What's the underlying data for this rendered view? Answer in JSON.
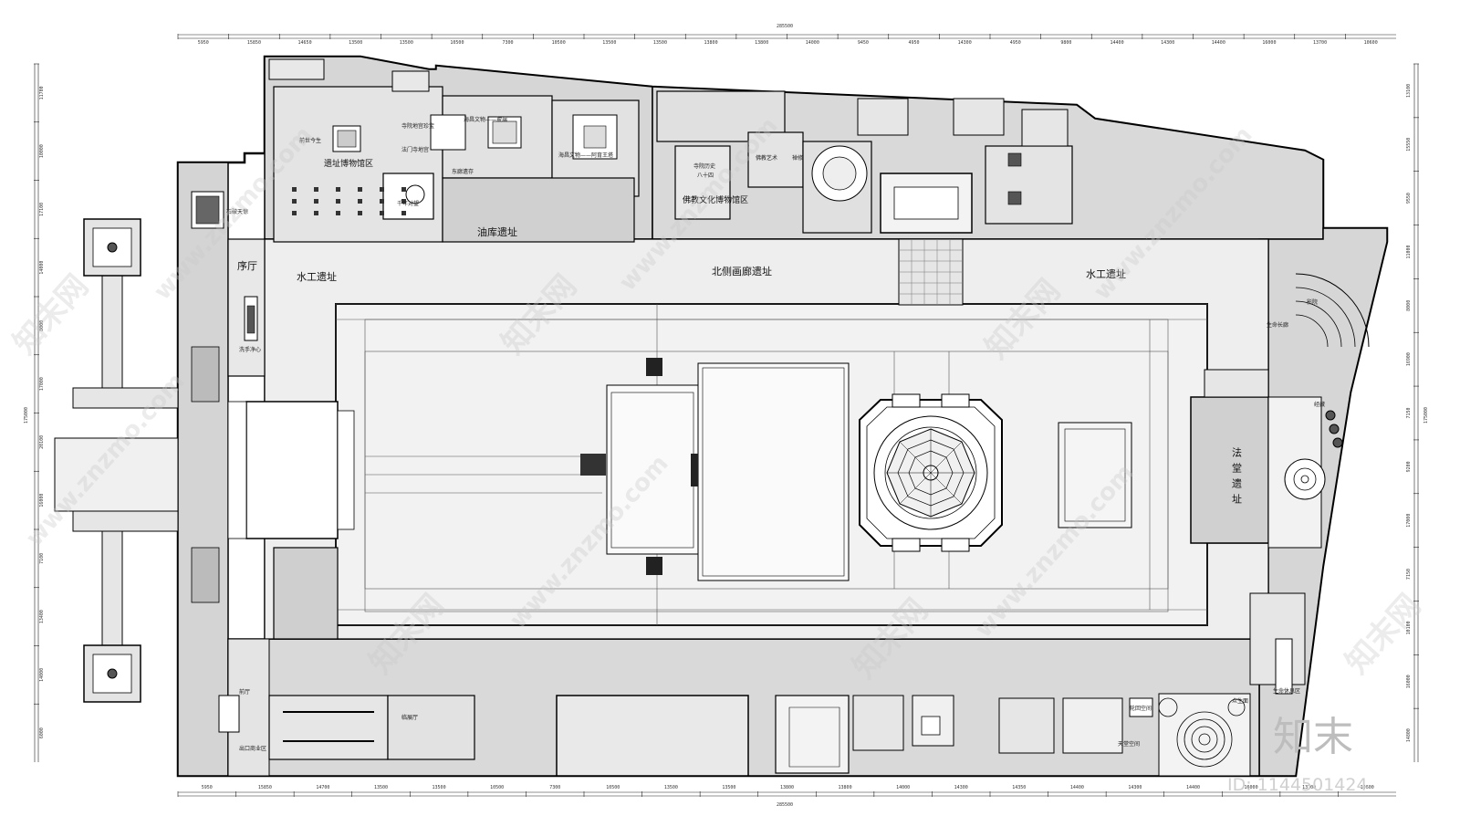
{
  "plan": {
    "rooms": {
      "site_museum": "遗址博物馆区",
      "buddhist_museum": "佛教文化博物馆区",
      "oil_depot": "油库遗址",
      "north_corridor": "北侧画廊遗址",
      "water_west": "水工遗址",
      "water_east": "水工遗址",
      "prelude_hall": "序厅",
      "dharma_hall": "法堂遗址",
      "stone_sky": "石破天惊",
      "wash_hands": "洗手净心",
      "lobby": "前厅",
      "shop": "出口商业区",
      "exhibition": "临展厅",
      "past_present": "前世今生",
      "millennium": "千年对望",
      "pagoda_treasure": "寺院地宫珍宝",
      "underground_palace": "法门寺地宫",
      "east_corridor": "东廊遗存",
      "sea_treasures": "海昌文物——玻璃",
      "sea_treasures_2": "海昌文物——阿育王塔",
      "eighty_four": "八十四",
      "temple_history": "寺院历史",
      "buddhist_art": "佛教艺术",
      "cinema": "影院",
      "life_hall": "生命长廊",
      "sutra": "经藏",
      "all_beings": "众生面",
      "samsara": "轮回空间",
      "heaven": "天堂空间",
      "meditation": "禅修",
      "life_rest": "生命休息区"
    },
    "dims_top": [
      "5950",
      "15850",
      "14650",
      "13500",
      "13500",
      "10500",
      "7300",
      "10500",
      "13500",
      "13500",
      "13800",
      "13800",
      "14000",
      "9450",
      "4950",
      "14300",
      "4950",
      "9800",
      "14400",
      "14300",
      "14400",
      "16000",
      "13700",
      "10600"
    ],
    "dims_bottom": [
      "5950",
      "15850",
      "14700",
      "13500",
      "13500",
      "10500",
      "7300",
      "10500",
      "13500",
      "13500",
      "13800",
      "13800",
      "14000",
      "14300",
      "14350",
      "14400",
      "14300",
      "14400",
      "16000",
      "13700",
      "10600"
    ],
    "dim_total_top": "285500",
    "dim_total_bottom": "285500",
    "dims_left": [
      "11700",
      "10000",
      "17100",
      "14000",
      "8000",
      "17000",
      "20100",
      "16000",
      "7100",
      "13400",
      "14000",
      "6000"
    ],
    "dims_right": [
      "13100",
      "15550",
      "9550",
      "11000",
      "8000",
      "16900",
      "7150",
      "9200",
      "17000",
      "7150",
      "10100",
      "16000",
      "14800"
    ],
    "dim_total_left": "175000",
    "dim_total_right": "175000"
  },
  "watermark": {
    "url": "www.znzmo.com",
    "cn": "知末网",
    "brand": "知末",
    "id": "ID: 1144501424"
  }
}
